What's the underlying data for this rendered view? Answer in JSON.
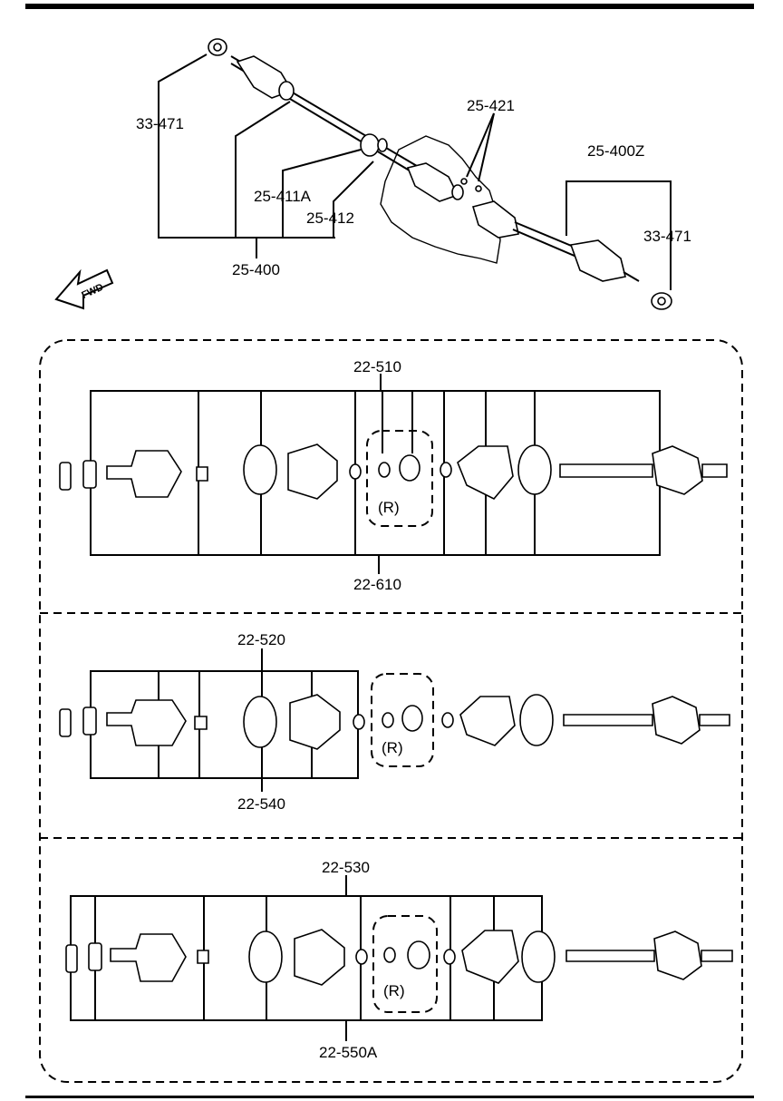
{
  "overview": {
    "labels": {
      "bolt_nut_left": "33-471",
      "shaft_assy": "25-400",
      "shaft_assy_rh": "25-400Z",
      "bearing_a": "25-411A",
      "bearing_b": "25-412",
      "clip": "25-421",
      "bolt_nut_right": "33-471"
    },
    "direction_arrow": "FWD"
  },
  "groups": [
    {
      "top_label": "22-510",
      "bottom_label": "22-610",
      "option_mark": "(R)"
    },
    {
      "top_label": "22-520",
      "bottom_label": "22-540",
      "option_mark": "(R)"
    },
    {
      "top_label": "22-530",
      "bottom_label": "22-550A",
      "option_mark": "(R)"
    }
  ]
}
